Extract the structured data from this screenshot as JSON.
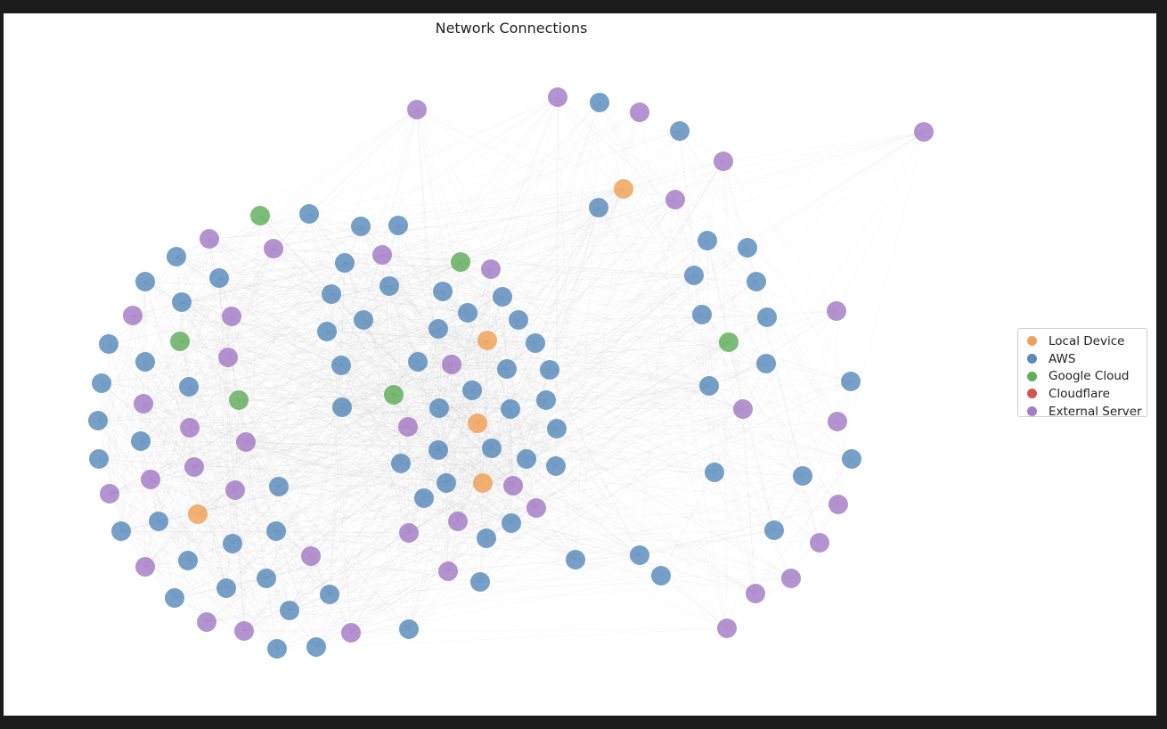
{
  "title": "Network Connections",
  "categories": [
    {
      "key": "local",
      "label": "Local Device",
      "color": "#f0923b"
    },
    {
      "key": "aws",
      "label": "AWS",
      "color": "#3d77b0"
    },
    {
      "key": "gcp",
      "label": "Google Cloud",
      "color": "#47a040"
    },
    {
      "key": "cf",
      "label": "Cloudflare",
      "color": "#cc3630"
    },
    {
      "key": "ext",
      "label": "External Server",
      "color": "#9366bd"
    }
  ],
  "nodes": [
    [
      "ext",
      468,
      123
    ],
    [
      "ext",
      626,
      109
    ],
    [
      "aws",
      673,
      115
    ],
    [
      "ext",
      718,
      126
    ],
    [
      "aws",
      763,
      147
    ],
    [
      "ext",
      1037,
      148
    ],
    [
      "ext",
      812,
      181
    ],
    [
      "local",
      700,
      212
    ],
    [
      "ext",
      758,
      224
    ],
    [
      "aws",
      672,
      233
    ],
    [
      "gcp",
      292,
      242
    ],
    [
      "aws",
      347,
      240
    ],
    [
      "aws",
      405,
      254
    ],
    [
      "aws",
      447,
      253
    ],
    [
      "ext",
      235,
      268
    ],
    [
      "ext",
      307,
      279
    ],
    [
      "ext",
      429,
      286
    ],
    [
      "aws",
      198,
      288
    ],
    [
      "aws",
      387,
      295
    ],
    [
      "gcp",
      517,
      294
    ],
    [
      "ext",
      551,
      302
    ],
    [
      "aws",
      163,
      316
    ],
    [
      "aws",
      246,
      312
    ],
    [
      "aws",
      437,
      321
    ],
    [
      "aws",
      372,
      330
    ],
    [
      "aws",
      497,
      327
    ],
    [
      "aws",
      564,
      333
    ],
    [
      "aws",
      204,
      339
    ],
    [
      "ext",
      149,
      354
    ],
    [
      "ext",
      260,
      355
    ],
    [
      "aws",
      525,
      351
    ],
    [
      "aws",
      582,
      359
    ],
    [
      "aws",
      408,
      359
    ],
    [
      "aws",
      367,
      372
    ],
    [
      "aws",
      492,
      369
    ],
    [
      "local",
      547,
      382
    ],
    [
      "gcp",
      202,
      383
    ],
    [
      "aws",
      122,
      386
    ],
    [
      "aws",
      601,
      385
    ],
    [
      "ext",
      256,
      401
    ],
    [
      "aws",
      163,
      406
    ],
    [
      "aws",
      383,
      410
    ],
    [
      "aws",
      469,
      406
    ],
    [
      "ext",
      507,
      409
    ],
    [
      "aws",
      569,
      414
    ],
    [
      "aws",
      617,
      415
    ],
    [
      "aws",
      114,
      430
    ],
    [
      "aws",
      212,
      434
    ],
    [
      "aws",
      530,
      438
    ],
    [
      "gcp",
      442,
      443
    ],
    [
      "gcp",
      268,
      449
    ],
    [
      "ext",
      161,
      453
    ],
    [
      "aws",
      384,
      457
    ],
    [
      "aws",
      493,
      458
    ],
    [
      "aws",
      573,
      459
    ],
    [
      "aws",
      613,
      449
    ],
    [
      "aws",
      110,
      472
    ],
    [
      "ext",
      213,
      480
    ],
    [
      "ext",
      458,
      479
    ],
    [
      "local",
      536,
      475
    ],
    [
      "aws",
      625,
      481
    ],
    [
      "aws",
      158,
      495
    ],
    [
      "ext",
      276,
      496
    ],
    [
      "aws",
      552,
      503
    ],
    [
      "aws",
      492,
      505
    ],
    [
      "aws",
      111,
      515
    ],
    [
      "ext",
      218,
      524
    ],
    [
      "aws",
      450,
      520
    ],
    [
      "aws",
      591,
      515
    ],
    [
      "aws",
      624,
      523
    ],
    [
      "ext",
      169,
      538
    ],
    [
      "ext",
      264,
      550
    ],
    [
      "aws",
      313,
      546
    ],
    [
      "aws",
      501,
      542
    ],
    [
      "local",
      542,
      542
    ],
    [
      "ext",
      576,
      545
    ],
    [
      "ext",
      123,
      554
    ],
    [
      "aws",
      476,
      559
    ],
    [
      "ext",
      602,
      570
    ],
    [
      "local",
      222,
      577
    ],
    [
      "aws",
      178,
      585
    ],
    [
      "ext",
      514,
      585
    ],
    [
      "aws",
      574,
      587
    ],
    [
      "aws",
      136,
      596
    ],
    [
      "aws",
      310,
      596
    ],
    [
      "ext",
      459,
      598
    ],
    [
      "aws",
      546,
      604
    ],
    [
      "aws",
      261,
      610
    ],
    [
      "ext",
      349,
      624
    ],
    [
      "aws",
      211,
      629
    ],
    [
      "ext",
      163,
      636
    ],
    [
      "aws",
      299,
      649
    ],
    [
      "aws",
      254,
      660
    ],
    [
      "ext",
      503,
      641
    ],
    [
      "aws",
      539,
      653
    ],
    [
      "aws",
      196,
      671
    ],
    [
      "aws",
      370,
      667
    ],
    [
      "aws",
      325,
      685
    ],
    [
      "ext",
      232,
      698
    ],
    [
      "ext",
      274,
      708
    ],
    [
      "ext",
      394,
      710
    ],
    [
      "aws",
      459,
      706
    ],
    [
      "aws",
      311,
      728
    ],
    [
      "aws",
      355,
      726
    ],
    [
      "aws",
      794,
      270
    ],
    [
      "aws",
      839,
      278
    ],
    [
      "aws",
      779,
      309
    ],
    [
      "aws",
      849,
      316
    ],
    [
      "aws",
      788,
      353
    ],
    [
      "aws",
      861,
      356
    ],
    [
      "ext",
      939,
      349
    ],
    [
      "gcp",
      818,
      384
    ],
    [
      "aws",
      860,
      408
    ],
    [
      "aws",
      796,
      433
    ],
    [
      "ext",
      834,
      459
    ],
    [
      "aws",
      955,
      428
    ],
    [
      "ext",
      940,
      473
    ],
    [
      "aws",
      802,
      530
    ],
    [
      "aws",
      901,
      534
    ],
    [
      "aws",
      956,
      515
    ],
    [
      "ext",
      941,
      566
    ],
    [
      "aws",
      869,
      595
    ],
    [
      "ext",
      920,
      609
    ],
    [
      "aws",
      646,
      628
    ],
    [
      "aws",
      718,
      623
    ],
    [
      "aws",
      742,
      646
    ],
    [
      "ext",
      888,
      649
    ],
    [
      "ext",
      848,
      666
    ],
    [
      "ext",
      816,
      705
    ]
  ]
}
